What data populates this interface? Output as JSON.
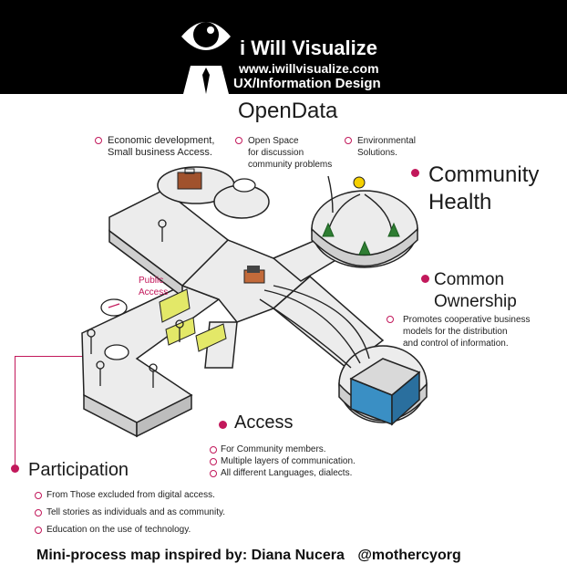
{
  "header": {
    "title": "i Will Visualize",
    "url": "www.iwillvisualize.com",
    "subtitle": "UX/Information Design"
  },
  "diagram": {
    "title": "OpenData",
    "top_notes": [
      {
        "lines": [
          "Economic development,",
          "Small business Access."
        ]
      },
      {
        "lines": [
          "Open Space",
          "for discussion",
          "community problems"
        ]
      },
      {
        "lines": [
          "Environmental",
          "Solutions."
        ]
      }
    ],
    "community_health": {
      "line1": "Community",
      "line2": "Health"
    },
    "common_ownership": {
      "line1": "Common",
      "line2": "Ownership",
      "note": [
        "Promotes cooperative business",
        "models for the distribution",
        "and control of information."
      ]
    },
    "public_access": {
      "line1": "Public",
      "line2": "Access"
    },
    "access": {
      "title": "Access",
      "items": [
        "For Community members.",
        "Multiple layers of communication.",
        "All different Languages, dialects."
      ]
    },
    "participation": {
      "title": "Participation",
      "items": [
        "From Those excluded from digital access.",
        "Tell stories as individuals and as community.",
        "Education on the use of technology."
      ]
    }
  },
  "footer": {
    "text": "Mini-process map inspired by: Diana Nucera",
    "handle": "@mothercyorg"
  },
  "colors": {
    "accent": "#c2185b",
    "header_bg": "#000000",
    "building": "#3a8fc4",
    "ramp": "#e3e868"
  }
}
